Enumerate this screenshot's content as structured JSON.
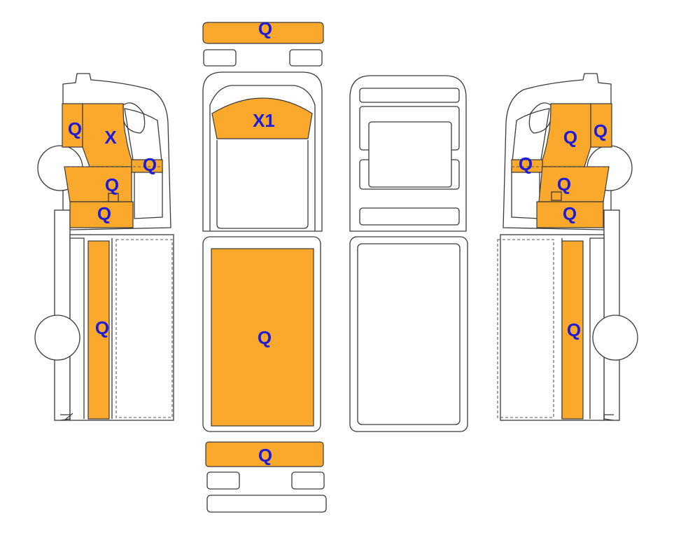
{
  "colors": {
    "damage_fill": "#FBA92D",
    "label": "#1d1dd6",
    "outline": "#3a3a3a"
  },
  "labels": {
    "front_bumper": "Q",
    "windshield": "X1",
    "roof": "Q",
    "rear_bumper": "Q",
    "left_hood_front": "Q",
    "left_front_fender": "X",
    "left_mirror": "Q",
    "left_door_lower": "Q",
    "left_rocker": "Q",
    "left_side_panel": "Q",
    "right_hood_front": "Q",
    "right_front_fender": "Q",
    "right_mirror": "Q",
    "right_door_lower": "Q",
    "right_rocker": "Q",
    "right_side_panel": "Q"
  }
}
